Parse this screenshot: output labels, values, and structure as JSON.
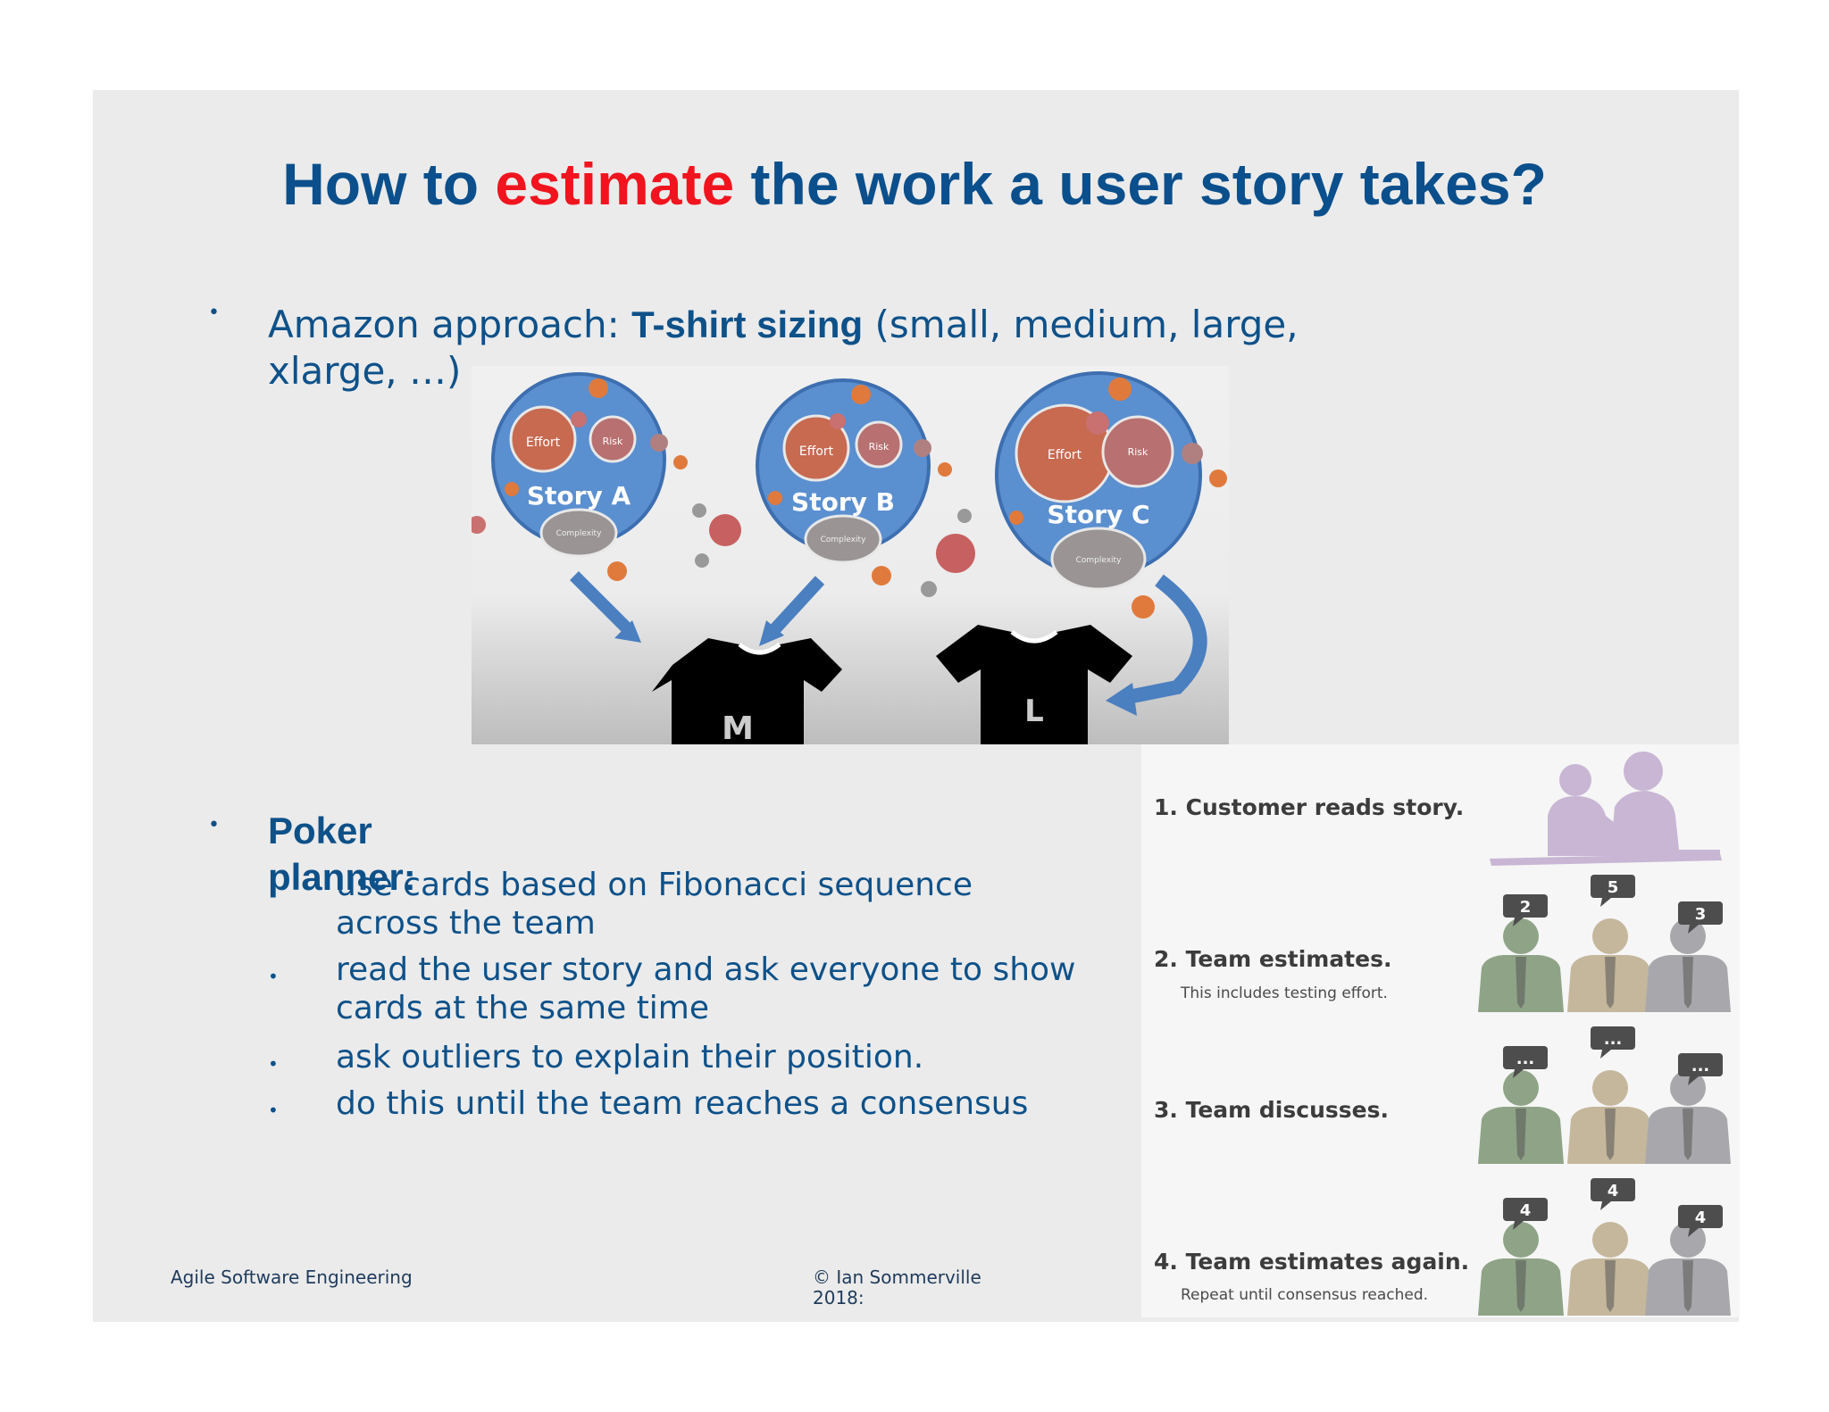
{
  "title": {
    "part1": "How to ",
    "highlight": "estimate",
    "part2": " the work a user story takes?"
  },
  "bullet1": {
    "lead": "Amazon approach: ",
    "bold": "T-shirt sizing",
    "rest": " (small, medium, large, xlarge, …)"
  },
  "tshirt_figure": {
    "stories": [
      "Story A",
      "Story B",
      "Story C"
    ],
    "bubble_labels": {
      "effort": "Effort",
      "risk": "Risk",
      "complexity": "Complexity"
    },
    "sizes": [
      "M",
      "L"
    ]
  },
  "bullet2": {
    "label": "Poker planner:",
    "items": [
      "use cards based on Fibonacci sequence across the team",
      "read the user story and ask everyone to show cards at the same time",
      "ask outliers to explain their position.",
      "do this until the team reaches a consensus"
    ]
  },
  "poker_figure": {
    "steps": [
      {
        "title": "1. Customer reads story.",
        "subtitle": ""
      },
      {
        "title": "2. Team estimates.",
        "subtitle": "This includes testing effort."
      },
      {
        "title": "3. Team discusses.",
        "subtitle": ""
      },
      {
        "title": "4. Team estimates again.",
        "subtitle": "Repeat until consensus reached."
      }
    ],
    "estimates_round1": [
      "2",
      "5",
      "3"
    ],
    "discussion_bubbles": [
      "...",
      "...",
      "..."
    ],
    "estimates_round2": [
      "4",
      "4",
      "4"
    ]
  },
  "footer": {
    "left": "Agile Software Engineering",
    "right": "© Ian Sommerville 2018:"
  },
  "colors": {
    "title_blue": "#0b4f8c",
    "highlight_red": "#f0141e",
    "body_blue": "#0e5189",
    "slide_bg": "#ebebeb"
  }
}
